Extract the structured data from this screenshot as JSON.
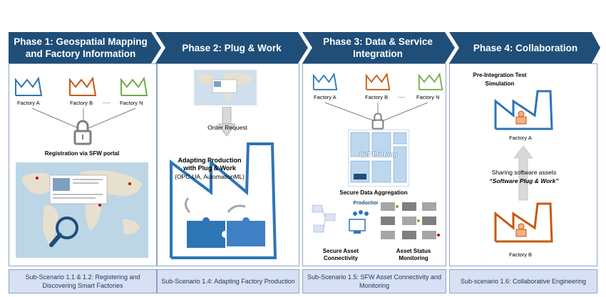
{
  "colors": {
    "phase_bar": "#1f4e79",
    "panel_border": "#8fa3c8",
    "footer_bg": "#d7e1f3",
    "factory_blue": "#2e75b6",
    "factory_orange": "#c55a11",
    "factory_green": "#70ad47"
  },
  "phases": [
    {
      "title": "Phase 1: Geospatial Mapping and Factory Information"
    },
    {
      "title": "Phase 2: Plug & Work"
    },
    {
      "title": "Phase 3: Data & Service Integration"
    },
    {
      "title": "Phase 4: Collaboration"
    }
  ],
  "footers": [
    "Sub-Scenario 1.1 & 1.2: Registering and Discovering Smart Factories",
    "Sub-Scenario 1.4: Adapting Factory Production",
    "Sub-Scenario 1.5: SFW Asset Connectivity and Monitoring",
    "Sub-scenario 1.6: Collaborative Engineering"
  ],
  "panel1": {
    "factory_a": "Factory A",
    "factory_b": "Factory B",
    "ellipsis": ".....",
    "factory_n": "Factory N",
    "registration": "Registration via SFW portal"
  },
  "panel2": {
    "order_request": "Order Request",
    "adapting_line1": "Adapting Production",
    "adapting_line2": "with Plug & Work",
    "adapting_line3": "(OPC-UA, AutomationML)"
  },
  "panel3": {
    "factory_a": "Factory A",
    "factory_b": "Factory B",
    "ellipsis": ".....",
    "factory_n": "Factory N",
    "platform": "IIoT Platform",
    "secure_data": "Secure Data Aggregation",
    "production": "Production",
    "secure_asset": "Secure Asset Connectivity",
    "asset_status": "Asset Status Monitoring"
  },
  "panel4": {
    "pre_integration": "Pre-Integration Test Simulation",
    "factory_a": "Factory A",
    "sharing": "Sharing  software assets",
    "plug_work": "“Software Plug & Work”",
    "factory_b": "Factory B"
  }
}
